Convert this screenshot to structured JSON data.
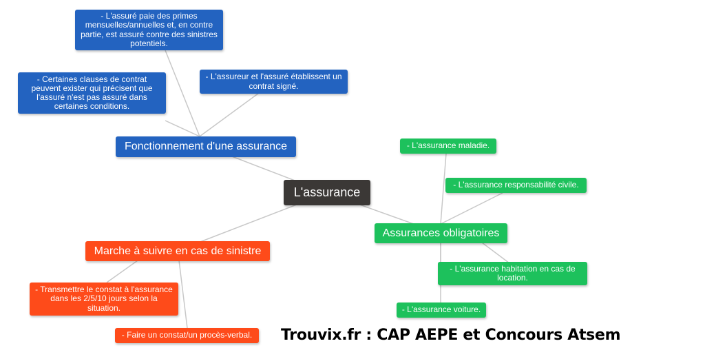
{
  "root": {
    "label": "L'assurance",
    "color": "#3b3836"
  },
  "branches": {
    "fonctionnement": {
      "label": "Fonctionnement d'une assurance",
      "color": "#2363c0",
      "children": [
        "- L'assuré paie des primes mensuelles/annuelles et, en contre partie, est assuré contre des sinistres potentiels.",
        "- Certaines clauses de contrat peuvent exister qui précisent que l'assuré n'est pas assuré dans certaines conditions.",
        "- L'assureur et l'assuré établissent un contrat signé."
      ]
    },
    "obligatoires": {
      "label": "Assurances obligatoires",
      "color": "#1dc15c",
      "children": [
        "- L'assurance maladie.",
        "- L'assurance responsabilité civile.",
        "- L'assurance habitation en cas de location.",
        "- L'assurance voiture."
      ]
    },
    "sinistre": {
      "label": "Marche à suivre en cas de sinistre",
      "color": "#fe4b1a",
      "children": [
        "- Transmettre le constat à l'assurance dans les 2/5/10 jours selon la situation.",
        "- Faire un constat/un procès-verbal."
      ]
    }
  },
  "watermark": "Trouvix.fr : CAP AEPE et Concours Atsem"
}
